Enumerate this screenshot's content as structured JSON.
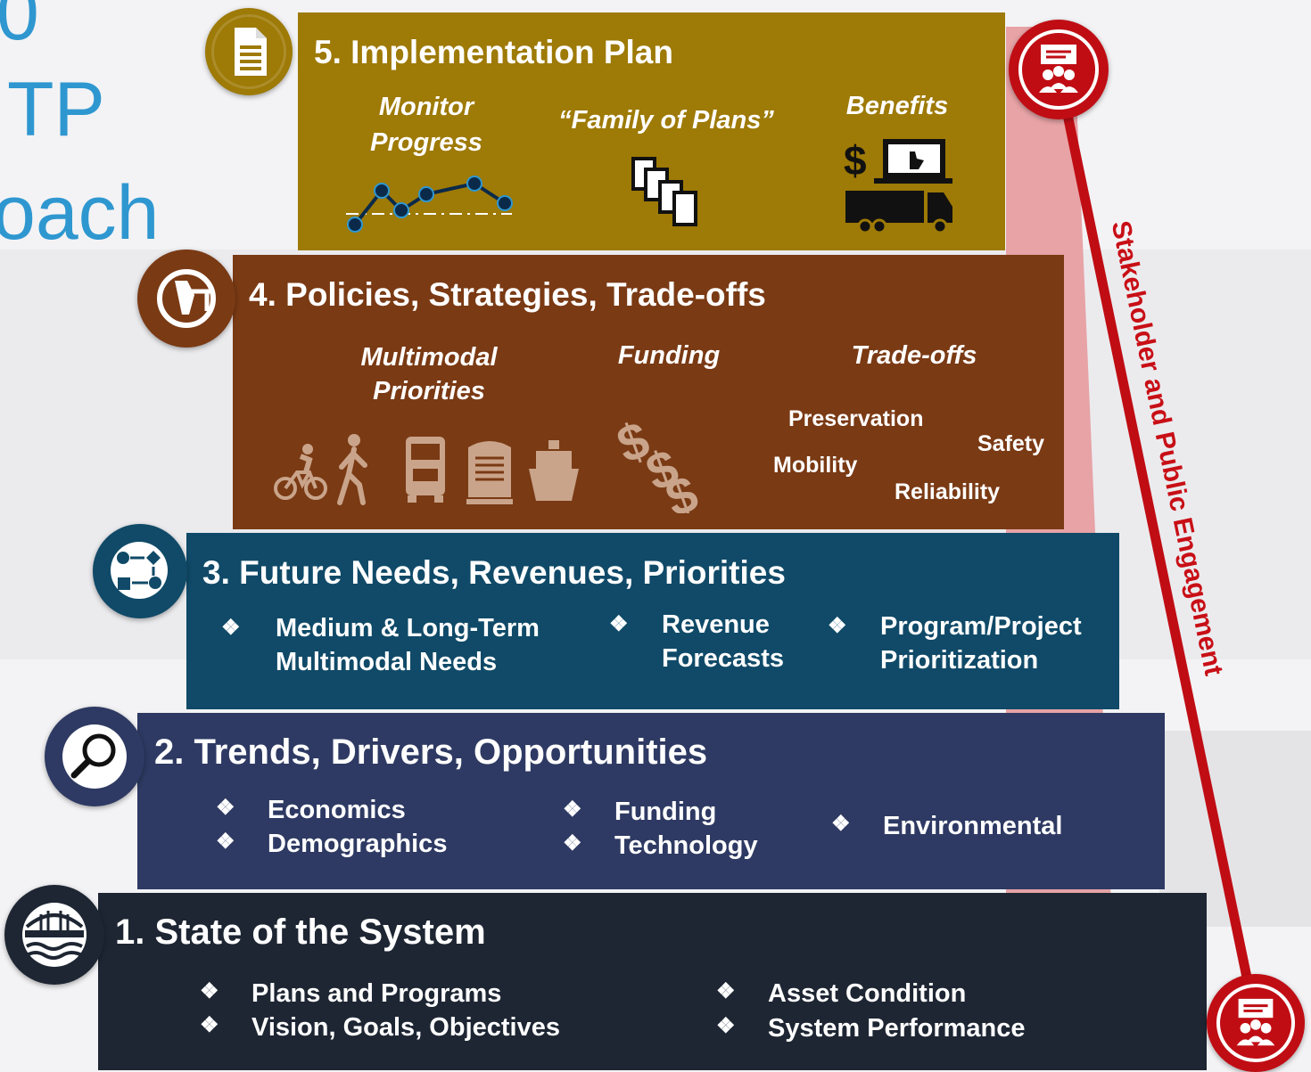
{
  "title_fragments": [
    "0",
    "TP",
    "oach"
  ],
  "engagement_label": "Stakeholder and Public Engagement",
  "colors": {
    "tier5": "#9e7a06",
    "tier4": "#7a3a14",
    "tier3": "#104a68",
    "tier2": "#2e3a63",
    "tier1": "#1e2633",
    "engagement": "#c00d14",
    "engagement_band": "#e8a4a6",
    "title_blue": "#2f97d0"
  },
  "tiers": {
    "tier5": {
      "title": "5. Implementation Plan",
      "icon": "document-icon",
      "items": [
        "Monitor Progress",
        "“Family of Plans”",
        "Benefits"
      ],
      "item_icons": [
        "progress-line-icon",
        "stacked-documents-icon",
        "dollar-computer-truck-icon"
      ]
    },
    "tier4": {
      "title": "4. Policies, Strategies, Trade-offs",
      "icon": "scales-icon",
      "items": [
        "Multimodal Priorities",
        "Funding",
        "Trade-offs"
      ],
      "item_icons": [
        "bicycle-icon",
        "pedestrian-icon",
        "truck-icon",
        "train-icon",
        "ship-icon",
        "dollar-signs-icon"
      ],
      "tradeoffs": [
        "Preservation",
        "Safety",
        "Mobility",
        "Reliability"
      ]
    },
    "tier3": {
      "title": "3. Future Needs, Revenues, Priorities",
      "icon": "flowchart-icon",
      "bullets": [
        {
          "line1": "Medium & Long-Term",
          "line2": "Multimodal Needs"
        },
        {
          "line1": "Revenue",
          "line2": "Forecasts"
        },
        {
          "line1": "Program/Project",
          "line2": "Prioritization"
        }
      ]
    },
    "tier2": {
      "title": "2. Trends, Drivers, Opportunities",
      "icon": "magnifier-icon",
      "col1": [
        "Economics",
        "Demographics"
      ],
      "col2": [
        "Funding",
        "Technology"
      ],
      "col3": [
        "Environmental"
      ]
    },
    "tier1": {
      "title": "1. State of the System",
      "icon": "bridge-icon",
      "col1": [
        "Plans and Programs",
        "Vision, Goals, Objectives"
      ],
      "col2": [
        "Asset Condition",
        "System Performance"
      ]
    }
  }
}
